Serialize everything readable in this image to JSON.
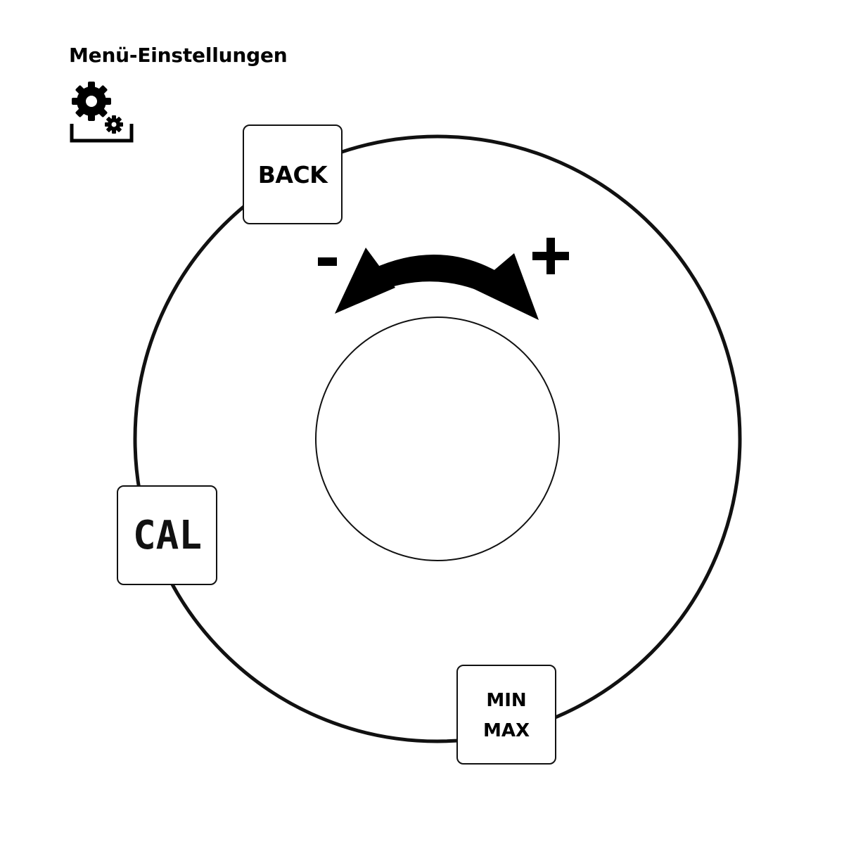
{
  "header": {
    "title": "Menü-Einstellungen",
    "icon": "settings-gear-icon"
  },
  "dial": {
    "rotation_icon": "rotate-arrows-icon",
    "minus_label": "-",
    "plus_label": "+"
  },
  "menu": {
    "back_label": "BACK",
    "cal_label": "CAL",
    "min_label": "MIN",
    "max_label": "MAX"
  },
  "colors": {
    "stroke": "#111111",
    "background": "#ffffff"
  }
}
